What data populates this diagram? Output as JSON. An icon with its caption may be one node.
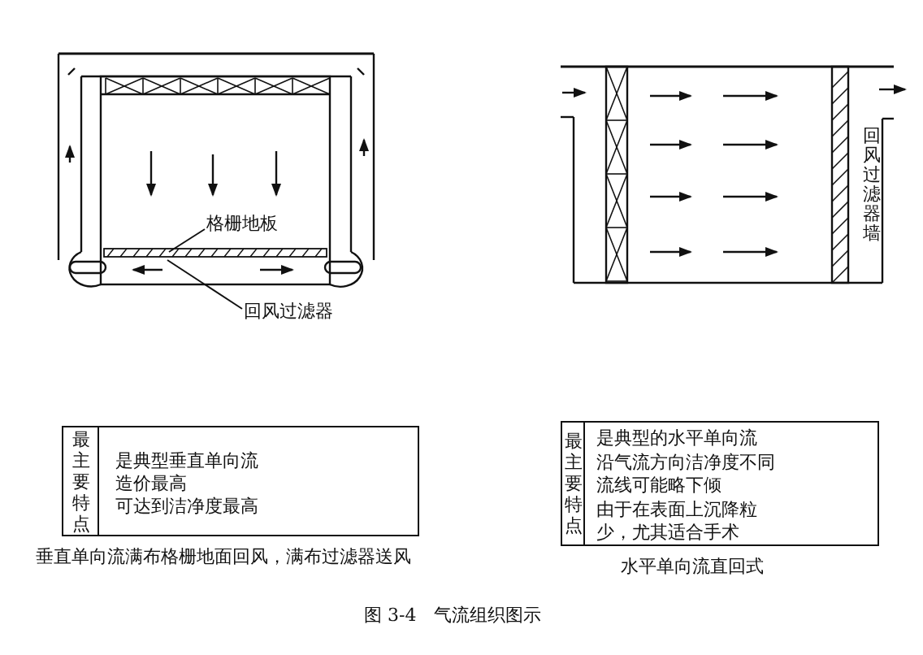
{
  "diagram": {
    "caption": "图 3-4　气流组织图示",
    "nodes": [
      {
        "text": [
          "格栅地板"
        ]
      },
      {
        "text": [
          "回风过滤器"
        ]
      },
      {
        "text": [
          "最主要特点",
          "是典型垂直单向流",
          "造价最高",
          "可达到洁净度最高"
        ]
      },
      {
        "text": [
          "最主要特点",
          "是典型的水平单向流",
          "沿气流方向洁净度不同",
          "流线可能略下倾",
          "由于在表面上沉降粒少，尤其适合手术"
        ]
      }
    ],
    "edges": [
      {
        "from": 0,
        "to": null,
        "arrow": "none"
      },
      {
        "from": 1,
        "to": null,
        "arrow": "none"
      }
    ],
    "labels": [
      "回风过滤器墙",
      "垂直单向流满布格栅地面回风，满布过滤器送风",
      "水平单向流直回式"
    ]
  }
}
